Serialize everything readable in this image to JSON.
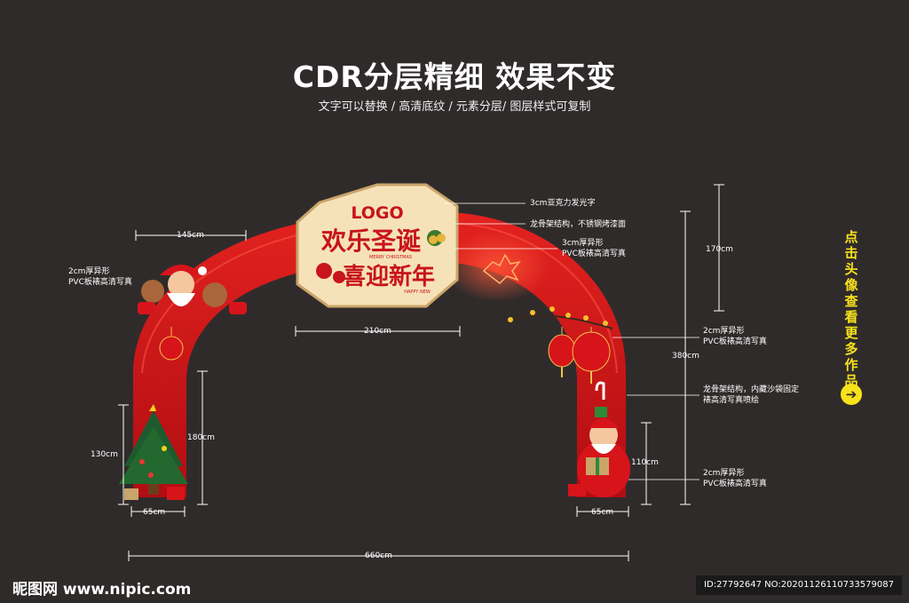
{
  "header": {
    "title": "CDR分层精细  效果不变",
    "subtitle": "文字可以替换 / 高清底纹 / 元素分层/ 图层样式可复制"
  },
  "sign": {
    "logo": "LOGO",
    "line1": "欢乐圣诞",
    "line2": "喜迎新年",
    "small_text_1": "MERRY CHRISTMAS",
    "small_text_2": "HAPPY NEW"
  },
  "dimensions": {
    "top_left_width": "145cm",
    "center_width": "210cm",
    "left_post_height": "130cm",
    "left_inner_height": "180cm",
    "left_base_width": "65cm",
    "right_base_width": "65cm",
    "right_low_height": "110cm",
    "right_top_height": "170cm",
    "total_height": "380cm",
    "total_width": "660cm"
  },
  "notes": {
    "sign_face": "3cm亚克力发光字",
    "sign_frame": "龙骨架结构，不锈钢烤漆面",
    "sign_board_1": "3cm厚异形",
    "sign_board_2": "PVC板裱高清写真",
    "left_top_1": "2cm厚异形",
    "left_top_2": "PVC板裱高清写真",
    "right_lantern_1": "2cm厚异形",
    "right_lantern_2": "PVC板裱高清写真",
    "arch_body_1": "龙骨架结构，内藏沙袋固定",
    "arch_body_2": "裱高清写真喷绘",
    "right_base_1": "2cm厚异形",
    "right_base_2": "PVC板裱高清写真"
  },
  "side_cta": {
    "text": "点击头像查看更多作品",
    "arrow": "➔"
  },
  "footer": {
    "site": "昵图网 www.nipic.com",
    "id_text": "ID:27792647 NO:20201126110733579087"
  },
  "colors": {
    "background": "#302b2b",
    "arch_red": "#d8141b",
    "arch_dark": "#a80d12",
    "sign_cream": "#f6e2b8",
    "sign_red": "#c8141b",
    "cta_yellow": "#f7e21c"
  }
}
